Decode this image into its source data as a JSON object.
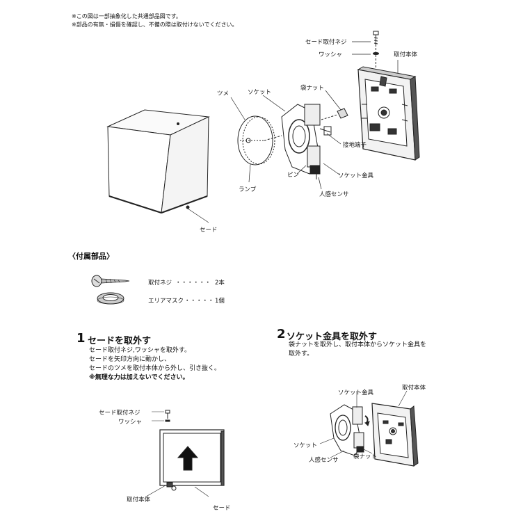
{
  "notes": [
    "※この図は一部抽象化した共通部品図です。",
    "※部品の有無・損傷を確認し、不備の際は取付けないでください。"
  ],
  "diagram_labels": {
    "shade_screw": "セード取付ネジ",
    "washer": "ワッシャ",
    "body": "取付本体",
    "bag_nut": "袋ナット",
    "claw": "ツメ",
    "socket": "ソケット",
    "ground_terminal": "接地端子",
    "pin": "ピン",
    "socket_bracket": "ソケット金具",
    "lamp": "ランプ",
    "motion_sensor": "人感センサ",
    "shade": "セード"
  },
  "accessories": {
    "title": "〈付属部品〉",
    "items": [
      {
        "name": "取付ネジ",
        "dots": "・・・・・・",
        "qty": "2本",
        "icon": "screw-icon"
      },
      {
        "name": "エリアマスク",
        "dots": "・・・・・",
        "qty": "1個",
        "icon": "area-mask-icon"
      }
    ]
  },
  "steps": [
    {
      "number": "1",
      "title": "セードを取外す",
      "lines": [
        "セード取付ネジ,ワッシャを取外す。",
        "セードを矢印方向に動かし、",
        "セードのツメを取付本体から外し、引き抜く。"
      ],
      "warning": "※無理な力は加えないでください。",
      "labels": {
        "screw": "セード取付ネジ",
        "washer": "ワッシャ",
        "body": "取付本体",
        "shade": "セード"
      }
    },
    {
      "number": "2",
      "title": "ソケット金具を取外す",
      "lines": [
        "袋ナットを取外し、取付本体からソケット金具を",
        "取外す。"
      ],
      "labels": {
        "socket_bracket": "ソケット金具",
        "body": "取付本体",
        "socket": "ソケット",
        "motion_sensor": "人感センサ",
        "bag_nut": "袋ナット"
      }
    }
  ]
}
